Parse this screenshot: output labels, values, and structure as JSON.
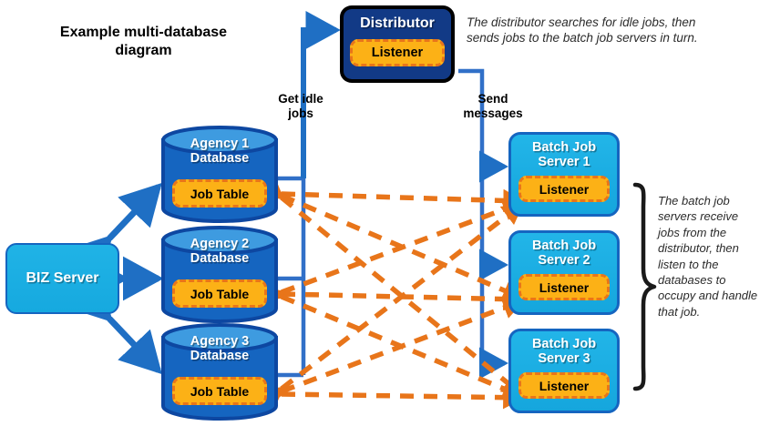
{
  "title": "Example multi-database\ndiagram",
  "captions": {
    "top": "The distributor searches for idle jobs, then\nsends jobs to the batch job servers in turn.",
    "right": "The batch job servers receive jobs from the distributor, then listen to the databases to occupy and handle that job."
  },
  "flow_labels": {
    "get_idle_jobs": "Get idle\njobs",
    "send_messages": "Send\nmessages"
  },
  "biz_server": {
    "label": "BIZ Server"
  },
  "distributor": {
    "label": "Distributor",
    "listener": "Listener"
  },
  "databases": [
    {
      "name": "Agency 1\nDatabase",
      "table": "Job Table"
    },
    {
      "name": "Agency 2\nDatabase",
      "table": "Job Table"
    },
    {
      "name": "Agency 3\nDatabase",
      "table": "Job Table"
    }
  ],
  "batch_servers": [
    {
      "name": "Batch Job\nServer 1",
      "listener": "Listener"
    },
    {
      "name": "Batch Job\nServer 2",
      "listener": "Listener"
    },
    {
      "name": "Batch Job\nServer 3",
      "listener": "Listener"
    }
  ],
  "colors": {
    "cyan": "#18ADE0",
    "navy": "#123A86",
    "db_blue": "#1565C0",
    "db_top": "#3E9BE0",
    "orange": "#FCB116",
    "orange_dash": "#E8751A",
    "arrow_blue": "#1F6FC4",
    "black": "#000000",
    "white": "#FFFFFF"
  }
}
